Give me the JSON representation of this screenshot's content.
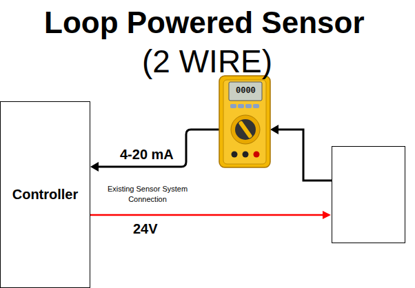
{
  "diagram": {
    "title": "Loop Powered Sensor",
    "nodes": [
      {
        "text": [
          "Controller"
        ]
      }
    ],
    "labels": [
      "(2 WIRE)",
      "4-20 mA",
      "0000",
      "Existing Sensor System Connection",
      "24V"
    ]
  }
}
